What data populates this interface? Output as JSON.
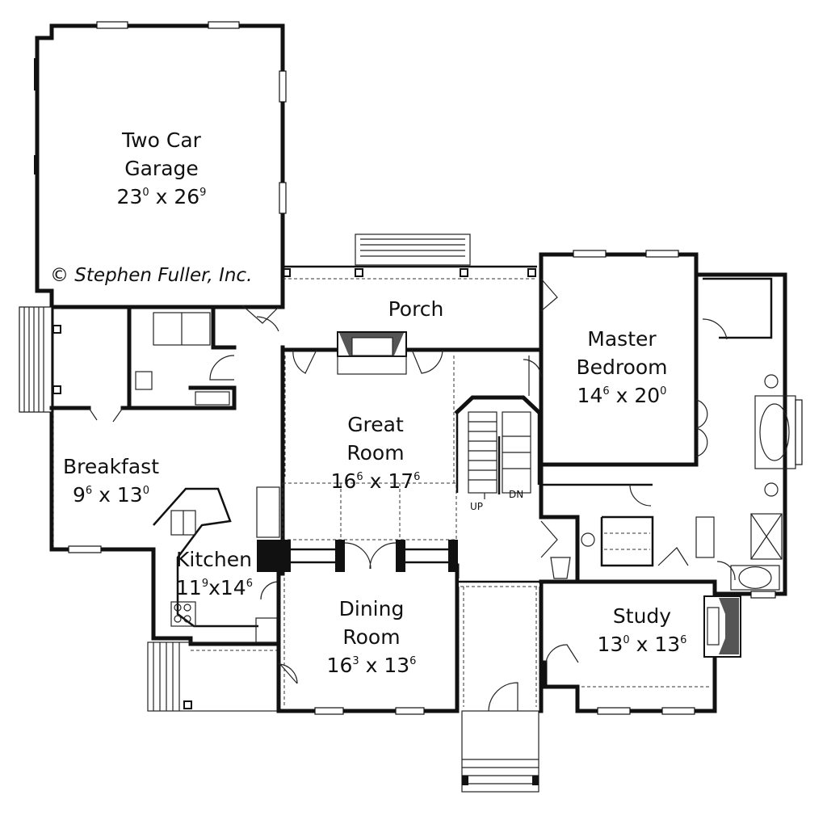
{
  "copyright": "© Stephen Fuller, Inc.",
  "rooms": {
    "garage": {
      "name_line1": "Two Car",
      "name_line2": "Garage",
      "dim_a": "23",
      "dim_a_sup": "0",
      "dim_sep": " x ",
      "dim_b": "26",
      "dim_b_sup": "9"
    },
    "porch": {
      "name": "Porch"
    },
    "master": {
      "name_line1": "Master",
      "name_line2": "Bedroom",
      "dim_a": "14",
      "dim_a_sup": "6",
      "dim_sep": " x ",
      "dim_b": "20",
      "dim_b_sup": "0"
    },
    "great": {
      "name_line1": "Great",
      "name_line2": "Room",
      "dim_a": "16",
      "dim_a_sup": "6",
      "dim_sep": " x ",
      "dim_b": "17",
      "dim_b_sup": "6"
    },
    "breakfast": {
      "name": "Breakfast",
      "dim_a": "9",
      "dim_a_sup": "6",
      "dim_sep": " x ",
      "dim_b": "13",
      "dim_b_sup": "0"
    },
    "kitchen": {
      "name": "Kitchen",
      "dim_a": "11",
      "dim_a_sup": "9",
      "dim_sep": "x",
      "dim_b": "14",
      "dim_b_sup": "6"
    },
    "dining": {
      "name_line1": "Dining",
      "name_line2": "Room",
      "dim_a": "16",
      "dim_a_sup": "3",
      "dim_sep": " x ",
      "dim_b": "13",
      "dim_b_sup": "6"
    },
    "study": {
      "name": "Study",
      "dim_a": "13",
      "dim_a_sup": "0",
      "dim_sep": " x ",
      "dim_b": "13",
      "dim_b_sup": "6"
    }
  },
  "stairs": {
    "up": "UP",
    "down": "DN"
  }
}
